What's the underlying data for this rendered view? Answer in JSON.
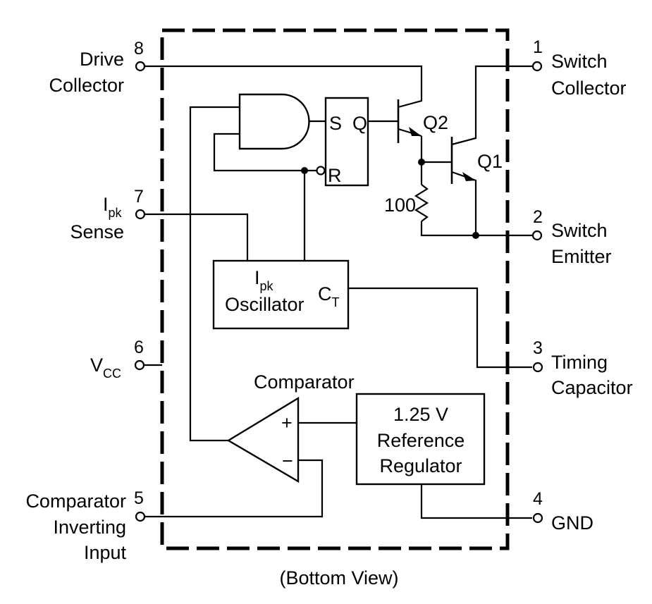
{
  "diagram": {
    "caption": "(Bottom View)",
    "pins": [
      {
        "number": "8",
        "label_lines": [
          "Drive",
          "Collector"
        ],
        "side": "left"
      },
      {
        "number": "7",
        "label_main": "I",
        "label_sub": "pk",
        "label_line2": "Sense",
        "side": "left"
      },
      {
        "number": "6",
        "label_main": "V",
        "label_sub": "CC",
        "side": "left"
      },
      {
        "number": "5",
        "label_lines": [
          "Comparator",
          "Inverting",
          "Input"
        ],
        "side": "left"
      },
      {
        "number": "1",
        "label_lines": [
          "Switch",
          "Collector"
        ],
        "side": "right"
      },
      {
        "number": "2",
        "label_lines": [
          "Switch",
          "Emitter"
        ],
        "side": "right"
      },
      {
        "number": "3",
        "label_lines": [
          "Timing",
          "Capacitor"
        ],
        "side": "right"
      },
      {
        "number": "4",
        "label_lines": [
          "GND"
        ],
        "side": "right"
      }
    ],
    "blocks": {
      "flipflop": {
        "set": "S",
        "reset": "R",
        "output": "Q"
      },
      "oscillator": {
        "title_main": "I",
        "title_sub": "pk",
        "title_line2": "Oscillator",
        "cap_main": "C",
        "cap_sub": "T"
      },
      "comparator": {
        "title": "Comparator",
        "plus": "+",
        "minus": "−"
      },
      "reference": {
        "lines": [
          "1.25 V",
          "Reference",
          "Regulator"
        ]
      }
    },
    "transistors": [
      {
        "name": "Q2",
        "type": "NPN"
      },
      {
        "name": "Q1",
        "type": "NPN"
      }
    ],
    "resistor": {
      "value": "100"
    }
  }
}
